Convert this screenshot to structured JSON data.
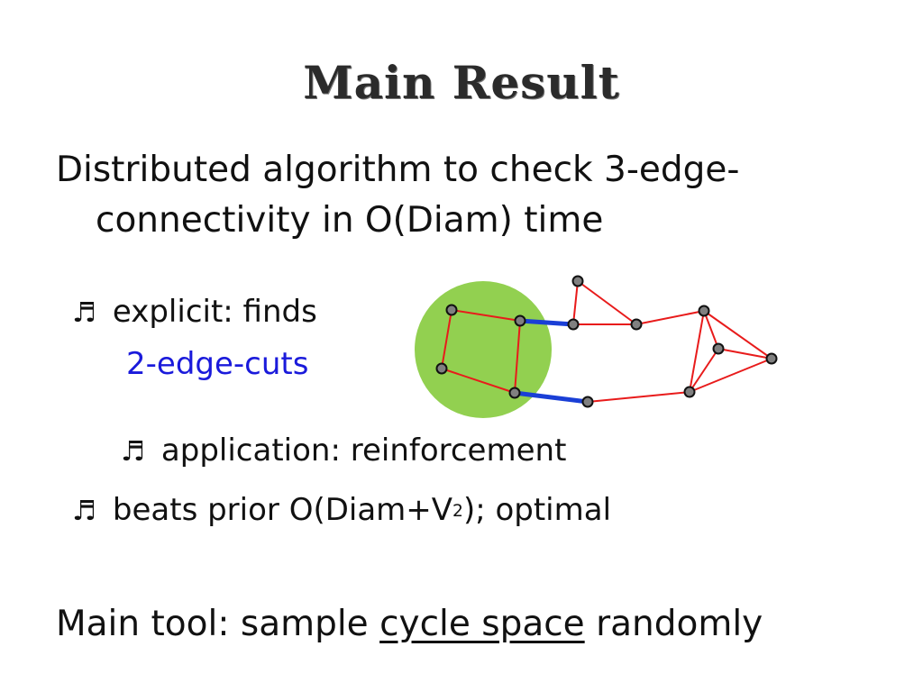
{
  "title": "Main Result",
  "intro": {
    "line1": "Distributed algorithm to check 3-edge-",
    "line2": "connectivity in O(Diam) time"
  },
  "bullet_symbol": "♬",
  "bullets": [
    {
      "text": "explicit: finds",
      "highlight": "2-edge-cuts",
      "highlight_color": "#1a1adb"
    },
    {
      "text": "application: reinforcement"
    },
    {
      "prefix": "beats prior O(Diam+V",
      "sup": "2",
      "suffix": "); optimal"
    }
  ],
  "tool": {
    "prefix": "Main tool: sample ",
    "underlined": "cycle space",
    "suffix": " randomly"
  },
  "colors": {
    "blob": "#92d050",
    "edge": "#e81b1b",
    "cut_edge": "#1a3fd6",
    "node": "#808080"
  }
}
